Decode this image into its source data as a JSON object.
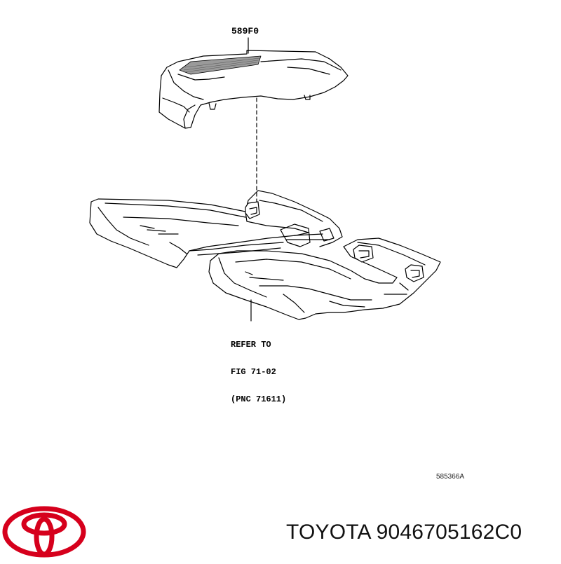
{
  "diagram": {
    "part_callout": "589F0",
    "reference_lines": [
      "REFER TO",
      "FIG 71-02",
      "(PNC 71611)"
    ],
    "figure_code": "585366A"
  },
  "footer": {
    "brand_part_text": "TOYOTA 9046705162C0"
  },
  "colors": {
    "line": "#000000",
    "logo_red": "#d6001c"
  },
  "icons": {
    "logo": "toyota-logo-icon"
  }
}
